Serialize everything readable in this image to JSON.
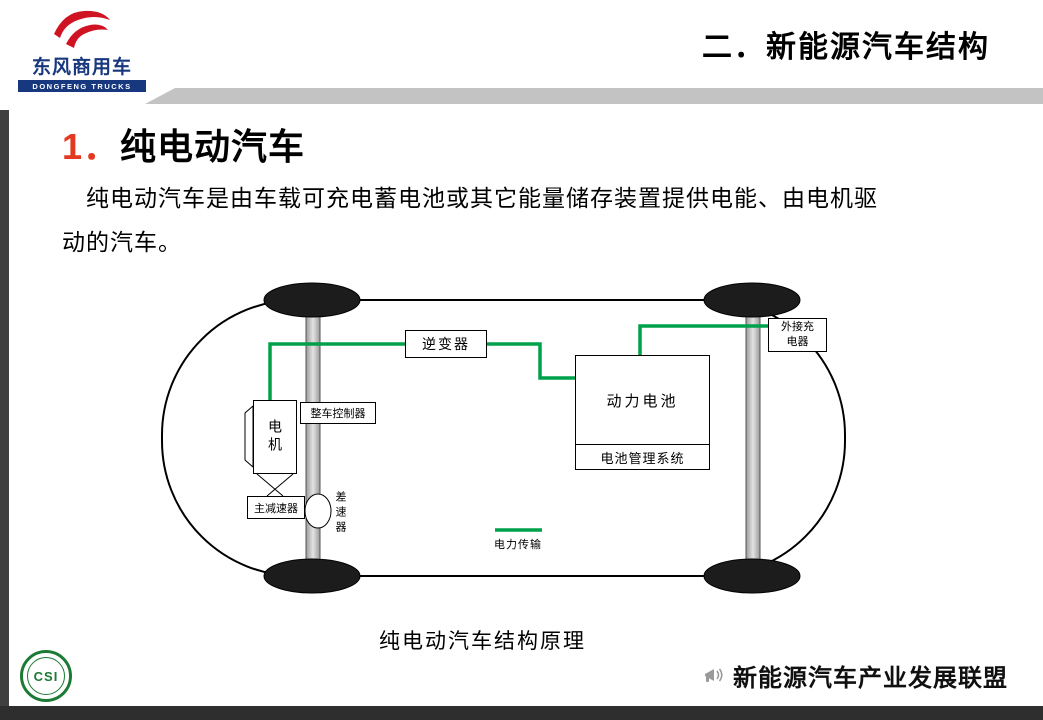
{
  "header": {
    "title": "二．新能源汽车结构",
    "logo": {
      "brand": "东风商用车",
      "brand_sub": "DONGFENG TRUCKS"
    }
  },
  "content": {
    "section_number": "1．",
    "section_title": "纯电动汽车",
    "body_line1": "纯电动汽车是由车载可充电蓄电池或其它能量储存装置提供电能、由电机驱",
    "body_line2": "动的汽车。",
    "caption": "纯电动汽车结构原理"
  },
  "diagram": {
    "inverter_label": "逆变器",
    "motor_label": "电机",
    "vehicle_controller_label": "整车控制器",
    "main_reducer_label": "主减速器",
    "differential_label": "差速器",
    "battery_label": "动力电池",
    "battery_management_label": "电池管理系统",
    "external_charger_line1": "外接充",
    "external_charger_line2": "电器",
    "legend_label": "电力传输",
    "colors": {
      "power_line": "#00A14B",
      "brand_red": "#cf1322",
      "brand_blue": "#17377e",
      "heading_red": "#e2391f",
      "csi_green": "#1d7a34"
    }
  },
  "footer": {
    "alliance_label": "新能源汽车产业发展联盟",
    "csi_logo_text": "CSI"
  }
}
